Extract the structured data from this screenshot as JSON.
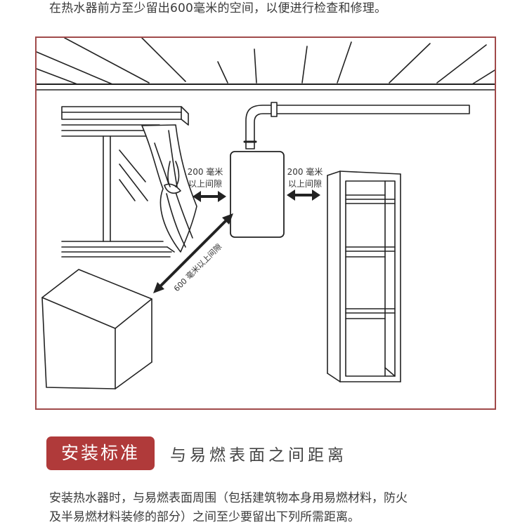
{
  "intro": {
    "text": "在热水器前方至少留出600毫米的空间，以便进行检查和修理。"
  },
  "diagram": {
    "clearance_left_line1": "200 毫米",
    "clearance_left_line2": "以上间隙",
    "clearance_right_line1": "200 毫米",
    "clearance_right_line2": "以上间隙",
    "clearance_front": "600 毫米以上间隙",
    "colors": {
      "frame_border": "#a04a4a",
      "line": "#222222"
    }
  },
  "section": {
    "badge": "安装标准",
    "subtitle": "与易燃表面之间距离",
    "badge_color": "#b03a3a"
  },
  "body": {
    "line1": "安装热水器时，与易燃表面周围（包括建筑物本身用易燃材料，防火",
    "line2": "及半易燃材料装修的部分）之间至少要留出下列所需距离。"
  }
}
